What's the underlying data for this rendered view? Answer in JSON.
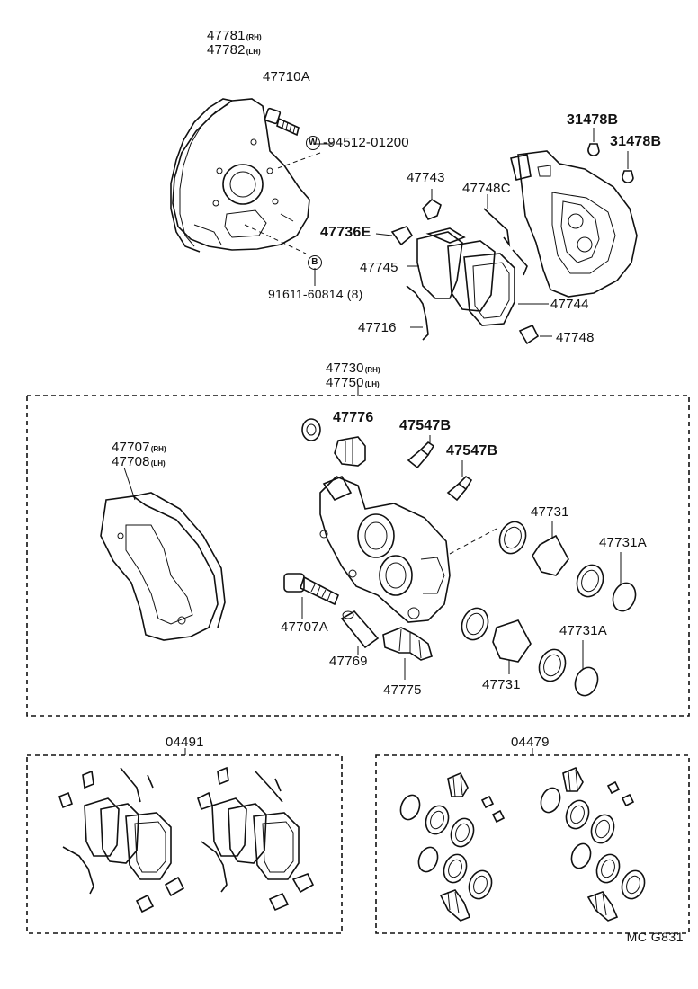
{
  "diagram_code": "MC G831",
  "parts": {
    "splash_shield": {
      "rh": "47781",
      "lh": "47782",
      "rh_sfx": "(RH)",
      "lh_sfx": "(LH)"
    },
    "bolt_top": "47710A",
    "washer": {
      "marker": "W",
      "number": "94512-01200"
    },
    "bolt_b": {
      "marker": "B",
      "number": "91611-60814 (8)"
    },
    "cap_1": "31478B",
    "cap_2": "31478B",
    "clip_1": "47743",
    "spring": "47748C",
    "clip_2": "47736E",
    "pad_kit": "47745",
    "anti_squeal": "47744",
    "wear_indicator": "47716",
    "clip_3": "47748",
    "caliper": {
      "rh": "47730",
      "lh": "47750",
      "rh_sfx": "(RH)",
      "lh_sfx": "(LH)"
    },
    "boot": "47776",
    "bleeder_1": "47547B",
    "bleeder_2": "47547B",
    "mounting": {
      "rh": "47707",
      "lh": "47708",
      "rh_sfx": "(RH)",
      "lh_sfx": "(LH)"
    },
    "piston_top": "47731",
    "seal_top": "47731A",
    "slide_bolt": "47707A",
    "bushing": "47769",
    "slide_pin": "47775",
    "piston_bottom": "47731",
    "seal_bottom": "47731A",
    "pad_kit_box": "04491",
    "seal_kit_box": "04479"
  }
}
